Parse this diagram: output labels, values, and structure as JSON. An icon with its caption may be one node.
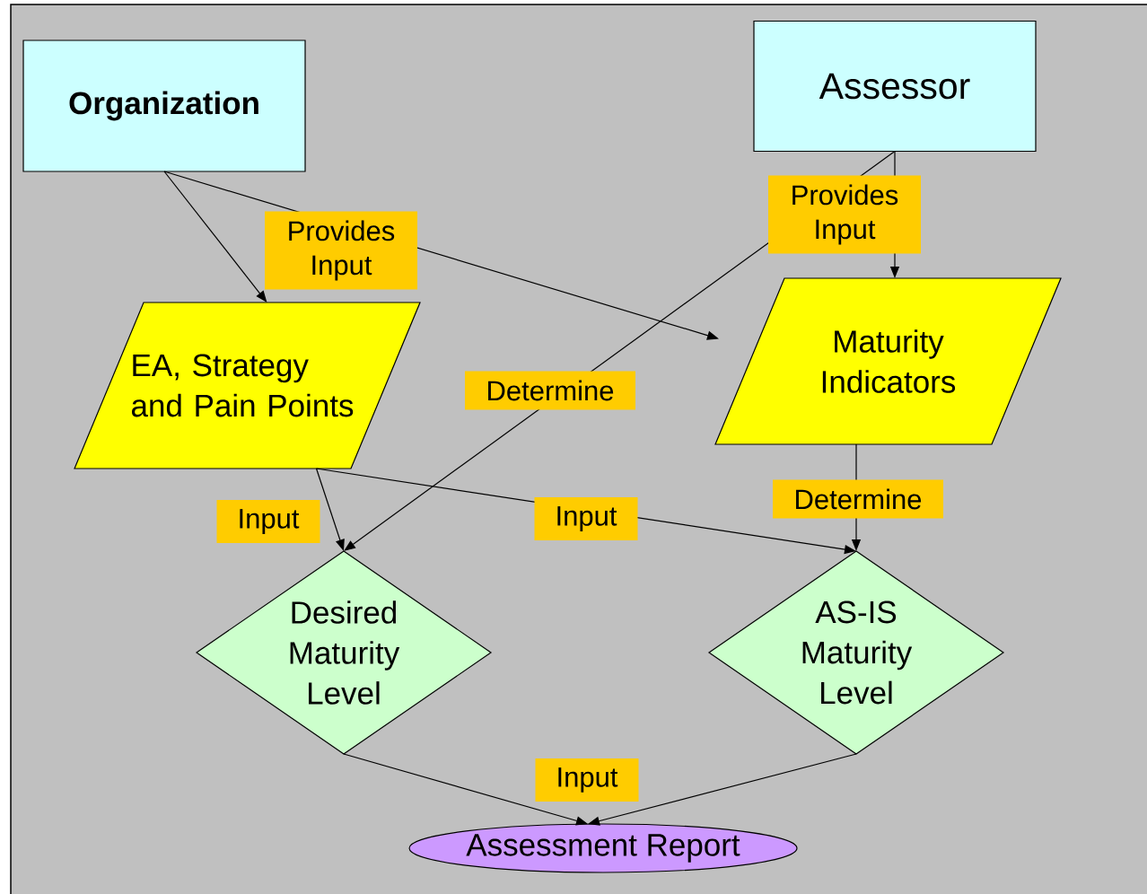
{
  "diagram": {
    "nodes": [
      {
        "text": [
          "Organization"
        ]
      },
      {
        "text": [
          "Assessor"
        ]
      },
      {
        "text": [
          "EA, Strategy and Pain Points"
        ]
      },
      {
        "text": [
          "Maturity Indicators"
        ]
      },
      {
        "text": [
          "Desired Maturity Level"
        ]
      },
      {
        "text": [
          "AS-IS Maturity Level"
        ]
      },
      {
        "text": [
          "Assessment Report"
        ]
      }
    ],
    "edges": [
      {
        "from": 0,
        "to": 2,
        "arrow": "to"
      },
      {
        "from": 0,
        "to": 3,
        "arrow": "to",
        "label": "Provides Input"
      },
      {
        "from": 1,
        "to": 3,
        "arrow": "to",
        "label": "Provides Input"
      },
      {
        "from": 1,
        "to": 4,
        "arrow": "to",
        "label": "Determine"
      },
      {
        "from": 2,
        "to": 4,
        "arrow": "to",
        "label": "Input"
      },
      {
        "from": 2,
        "to": 5,
        "arrow": "to",
        "label": "Input"
      },
      {
        "from": 3,
        "to": 5,
        "arrow": "to",
        "label": "Determine"
      },
      {
        "from": 4,
        "to": 6,
        "arrow": "to",
        "label": "Input"
      },
      {
        "from": 5,
        "to": 6,
        "arrow": "to"
      }
    ]
  }
}
